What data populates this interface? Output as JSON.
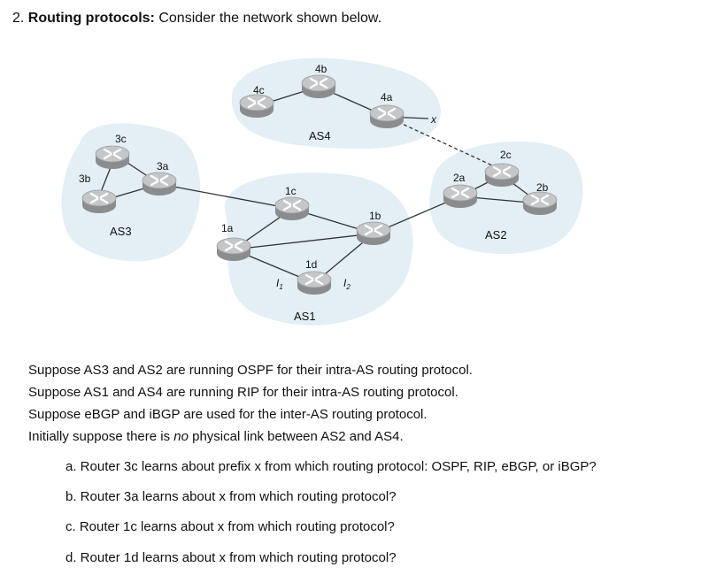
{
  "heading": {
    "number": "2.",
    "title": "Routing protocols:",
    "rest": " Consider the network shown below."
  },
  "diagram": {
    "as_labels": {
      "as1": "AS1",
      "as2": "AS2",
      "as3": "AS3",
      "as4": "AS4"
    },
    "routers": {
      "r4a": "4a",
      "r4b": "4b",
      "r4c": "4c",
      "r3a": "3a",
      "r3b": "3b",
      "r3c": "3c",
      "r1a": "1a",
      "r1b": "1b",
      "r1c": "1c",
      "r1d": "1d",
      "r2a": "2a",
      "r2b": "2b",
      "r2c": "2c"
    },
    "prefix": "x",
    "interfaces": {
      "i1": "I",
      "i1_sub": "1",
      "i2": "I",
      "i2_sub": "2"
    }
  },
  "description": {
    "line1": "Suppose AS3 and AS2 are running OSPF for their intra-AS routing protocol.",
    "line2": "Suppose AS1 and AS4 are running RIP for their intra-AS routing protocol.",
    "line3": "Suppose eBGP and iBGP are used for the inter-AS routing protocol.",
    "line4_a": "Initially suppose there is ",
    "line4_em": "no",
    "line4_b": " physical link between AS2 and AS4."
  },
  "questions": {
    "a": "a. Router 3c learns about prefix x from which routing protocol: OSPF, RIP, eBGP, or iBGP?",
    "b": "b. Router 3a learns about x from which routing protocol?",
    "c": "c. Router 1c learns about x from which routing protocol?",
    "d": "d. Router 1d learns about x from which routing protocol?"
  },
  "colors": {
    "as_fill": "#e3eef5",
    "router_fill": "#c4c6c8",
    "router_dark": "#8a8c8e",
    "link": "#333333"
  }
}
